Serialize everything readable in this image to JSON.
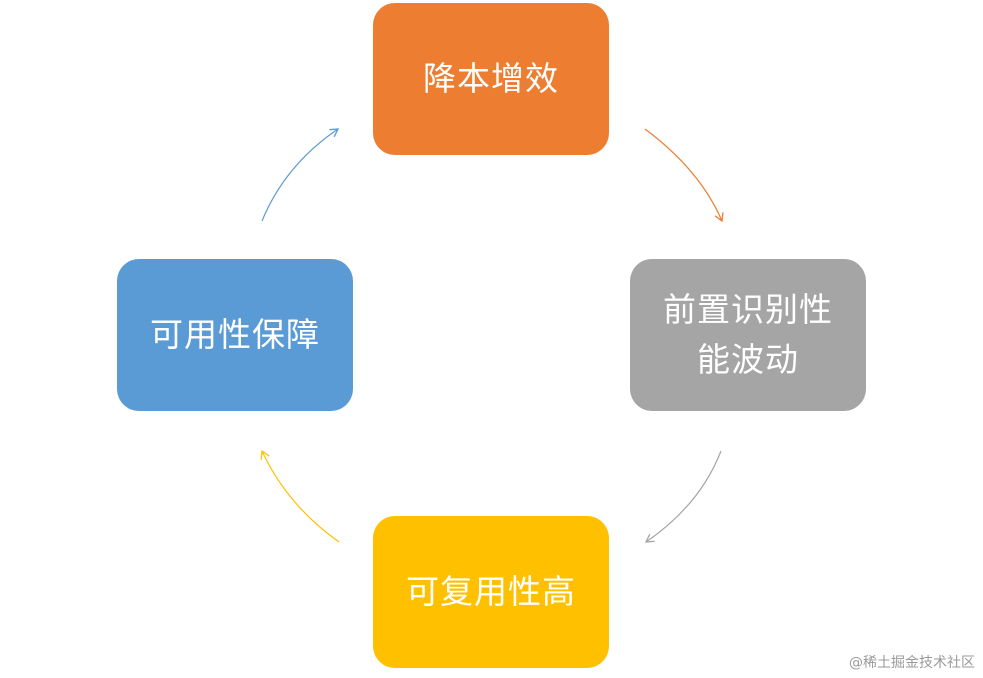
{
  "nodes": {
    "top": {
      "label": "降本增效",
      "color": "#ED7D31"
    },
    "right": {
      "label": "前置识别性能波动",
      "color": "#A5A5A5"
    },
    "bottom": {
      "label": "可复用性高",
      "color": "#FFC000"
    },
    "left": {
      "label": "可用性保障",
      "color": "#5B9BD5"
    }
  },
  "watermark": "@稀土掘金技术社区"
}
